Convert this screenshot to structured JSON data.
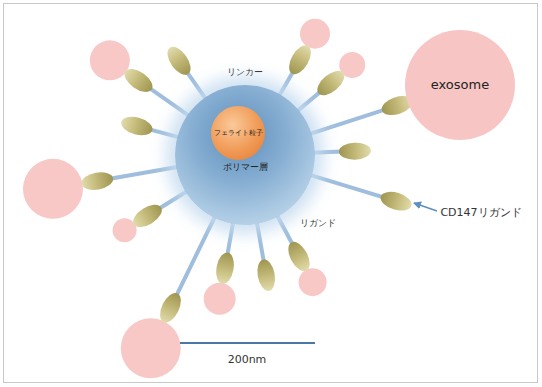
{
  "diagram": {
    "nodes": [
      {
        "text": [
          "ポリマー層"
        ]
      },
      {
        "text": [
          "フェライト粒子"
        ],
        "in": 0
      },
      {
        "text": [
          "exosome"
        ]
      }
    ],
    "labels": [
      "リンカー",
      "リガンド",
      "CD147リガンド",
      "200nm"
    ]
  }
}
